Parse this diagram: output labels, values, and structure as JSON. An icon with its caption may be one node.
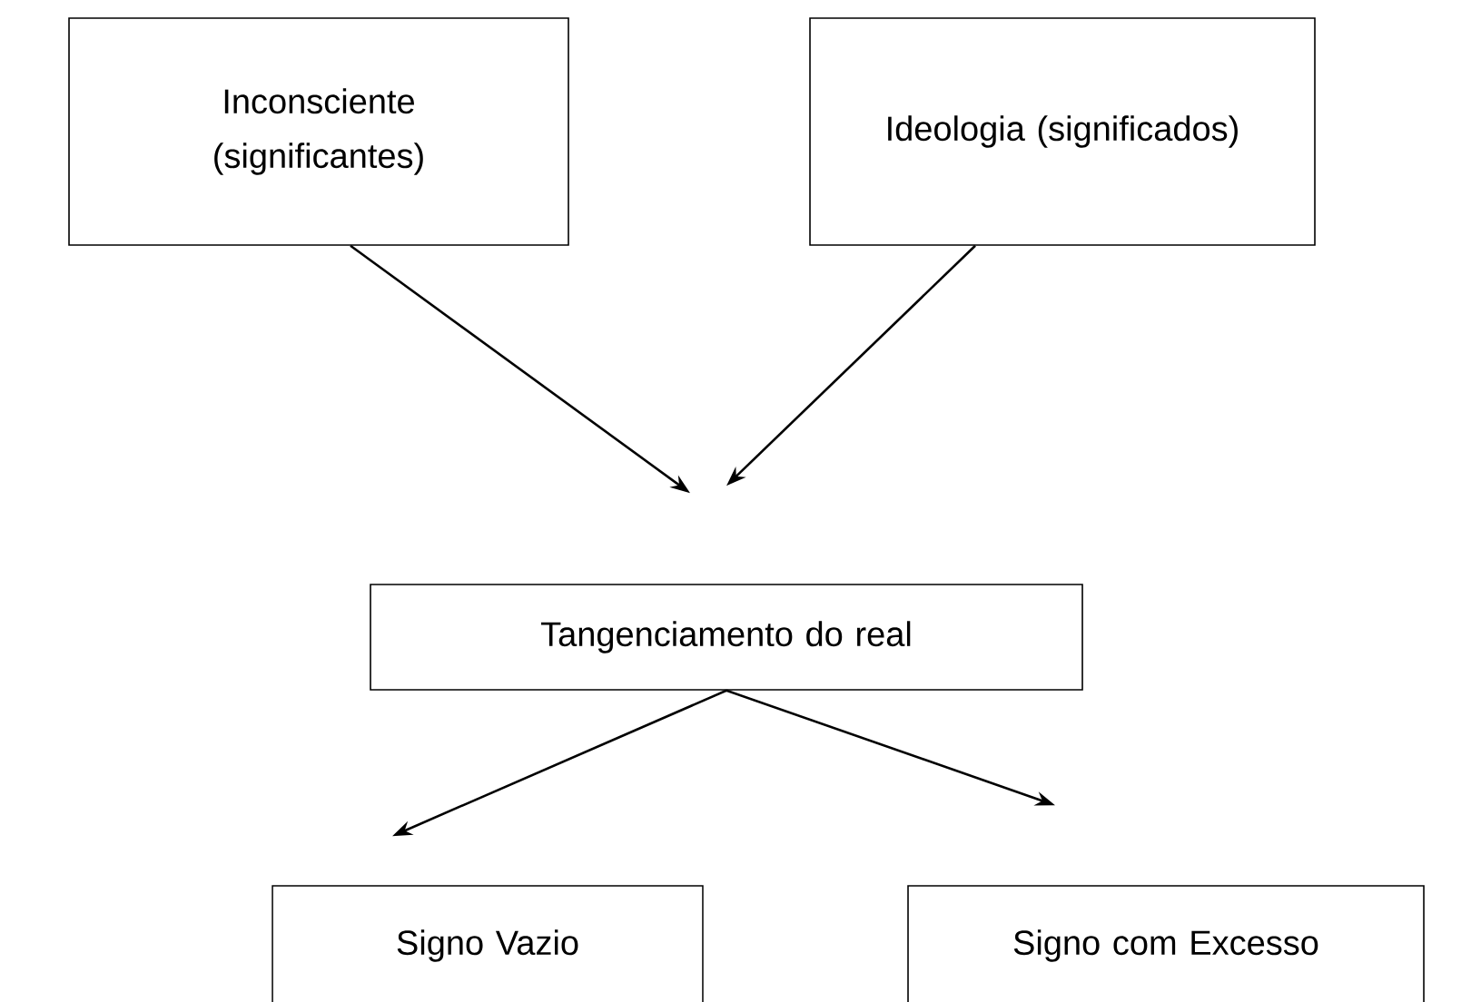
{
  "diagram": {
    "nodes": [
      {
        "text": [
          "Inconsciente (significantes)"
        ]
      },
      {
        "text": [
          "Ideologia (significados)"
        ]
      },
      {
        "text": [
          "Tangenciamento do real"
        ]
      },
      {
        "text": [
          "Signo Vazio"
        ]
      },
      {
        "text": [
          "Signo com Excesso"
        ]
      }
    ],
    "edges": [
      {
        "from": 0,
        "to": 2,
        "arrow": "to"
      },
      {
        "from": 1,
        "to": 2,
        "arrow": "to"
      },
      {
        "from": 2,
        "to": 3,
        "arrow": "to"
      },
      {
        "from": 2,
        "to": 4,
        "arrow": "to"
      }
    ]
  }
}
